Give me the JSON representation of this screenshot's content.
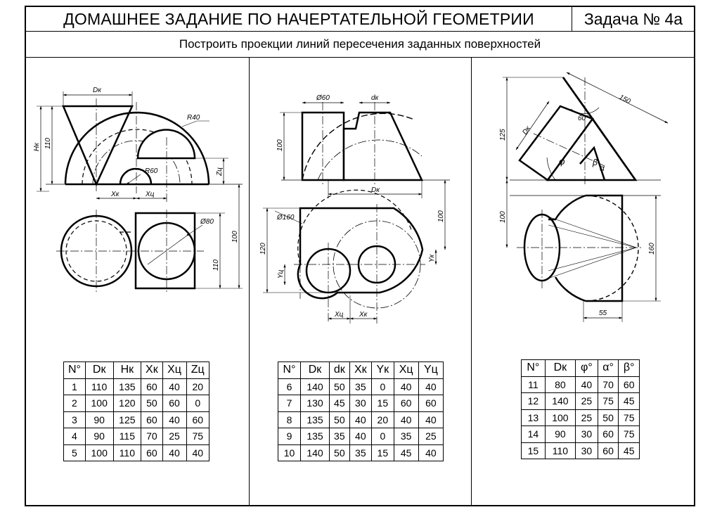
{
  "header": {
    "title": "ДОМАШНЕЕ ЗАДАНИЕ ПО НАЧЕРТАТЕЛЬНОЙ ГЕОМЕТРИИ",
    "task": "Задача № 4а",
    "subtitle": "Построить проекции линий пересечения заданных поверхностей"
  },
  "panel1": {
    "dims": {
      "dk": "Dк",
      "hk": "Hк",
      "h110": "110",
      "r40": "R40",
      "r60": "R60",
      "zc": "Zц",
      "xk": "Xк",
      "xc": "Xц",
      "v100": "100",
      "d80": "Ø80",
      "v110b": "110"
    }
  },
  "panel2": {
    "dims": {
      "d60": "Ø60",
      "dk": "dк",
      "v100": "100",
      "dkb": "Dк",
      "d160": "Ø160",
      "v100b": "100",
      "v120": "120",
      "yc": "Yц",
      "yk": "Yк",
      "xc": "Xц",
      "xk": "Xк"
    }
  },
  "panel3": {
    "dims": {
      "v150": "150",
      "a60": "60°",
      "v125": "125",
      "dk": "Dк",
      "phi": "φ",
      "beta": "β",
      "alpha": "α",
      "v100": "100",
      "v160": "160",
      "v55": "55"
    }
  },
  "table1": {
    "headers": [
      "N°",
      "Dк",
      "Hк",
      "Xк",
      "Xц",
      "Zц"
    ],
    "rows": [
      [
        "1",
        "110",
        "135",
        "60",
        "40",
        "20"
      ],
      [
        "2",
        "100",
        "120",
        "50",
        "60",
        "0"
      ],
      [
        "3",
        "90",
        "125",
        "60",
        "40",
        "60"
      ],
      [
        "4",
        "90",
        "115",
        "70",
        "25",
        "75"
      ],
      [
        "5",
        "100",
        "110",
        "60",
        "40",
        "40"
      ]
    ]
  },
  "table2": {
    "headers": [
      "N°",
      "Dк",
      "dк",
      "Xк",
      "Yк",
      "Xц",
      "Yц"
    ],
    "rows": [
      [
        "6",
        "140",
        "50",
        "35",
        "0",
        "40",
        "40"
      ],
      [
        "7",
        "130",
        "45",
        "30",
        "15",
        "60",
        "60"
      ],
      [
        "8",
        "135",
        "50",
        "40",
        "20",
        "40",
        "40"
      ],
      [
        "9",
        "135",
        "35",
        "40",
        "0",
        "35",
        "25"
      ],
      [
        "10",
        "140",
        "50",
        "35",
        "15",
        "45",
        "40"
      ]
    ]
  },
  "table3": {
    "headers": [
      "N°",
      "Dк",
      "φ°",
      "α°",
      "β°"
    ],
    "rows": [
      [
        "11",
        "80",
        "40",
        "70",
        "60"
      ],
      [
        "12",
        "140",
        "25",
        "75",
        "45"
      ],
      [
        "13",
        "100",
        "25",
        "50",
        "75"
      ],
      [
        "14",
        "90",
        "30",
        "60",
        "75"
      ],
      [
        "15",
        "110",
        "30",
        "60",
        "45"
      ]
    ]
  }
}
